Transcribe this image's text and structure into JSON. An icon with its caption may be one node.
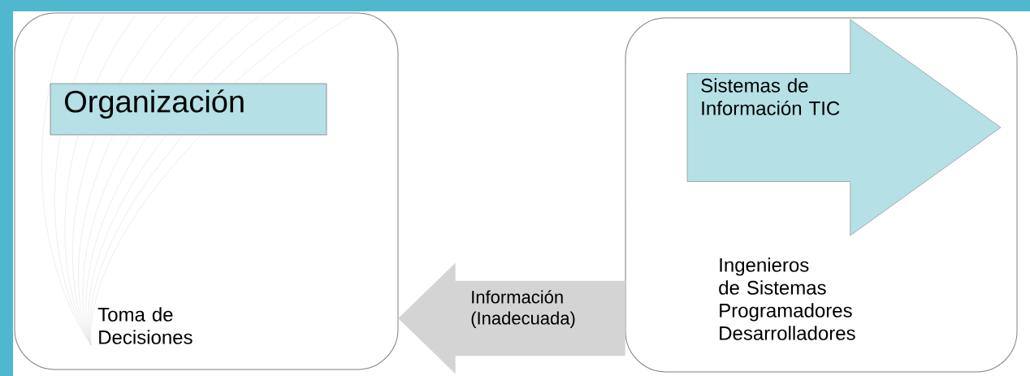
{
  "diagram": {
    "nodes": [
      {
        "text": [
          "Toma de Decisiones"
        ]
      },
      {
        "text": [
          "Organización"
        ],
        "in": 0
      },
      {
        "text": [
          "Ingenieros de Sistemas Programadores Desarrolladores"
        ]
      },
      {
        "text": [
          "Sistemas de Información TIC"
        ],
        "in": 2
      }
    ],
    "edges": [
      {
        "from": 2,
        "to": 0,
        "arrow": "to",
        "label": "Información (Inadecuada)"
      }
    ]
  }
}
